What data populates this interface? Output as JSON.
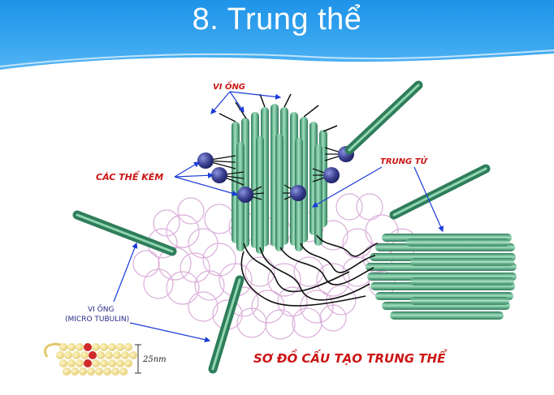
{
  "slide": {
    "title": "8. Trung thể"
  },
  "diagram": {
    "labels": {
      "vi_ong_top": "VI ỐNG",
      "cac_the_kem": "CÁC THỂ KÈM",
      "trung_tu": "TRUNG TỬ",
      "vi_ong_bottom_line1": "VI ỐNG",
      "vi_ong_bottom_line2": "(MICRO TUBULIN)",
      "scale": "25nm",
      "caption": "SƠ ĐỒ CẤU TẠO TRUNG THỂ"
    },
    "colors": {
      "header_blue": "#2b9ceb",
      "tube_green": "#3f9a72",
      "tube_light": "#8fd6b0",
      "membrane_pink": "#d7a6d6",
      "sphere_blue": "#3a3f8f",
      "label_red": "#cc1515",
      "pointer_blue": "#1a3bd8"
    }
  }
}
